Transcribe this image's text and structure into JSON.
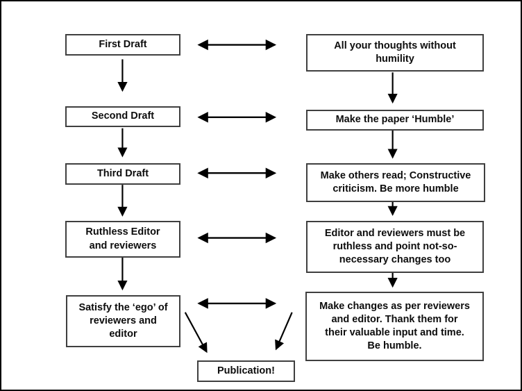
{
  "flowchart": {
    "left_steps": [
      "First Draft",
      "Second Draft",
      "Third Draft",
      "Ruthless Editor\nand reviewers",
      "Satisfy the ‘ego’ of\nreviewers and\neditor"
    ],
    "right_notes": [
      "All your thoughts without\nhumility",
      "Make the paper ‘Humble’",
      "Make others read; Constructive\ncriticism. Be more humble",
      "Editor and reviewers must be\nruthless and point not-so-\nnecessary changes too",
      "Make changes as per reviewers\nand editor. Thank them for\ntheir valuable input and time.\nBe humble."
    ],
    "final_step": "Publication!",
    "colors": {
      "background": "#ffffff",
      "outer_border": "#000000",
      "box_border": "#3f3f3f",
      "text": "#0d0d0d",
      "arrow": "#000000"
    }
  }
}
